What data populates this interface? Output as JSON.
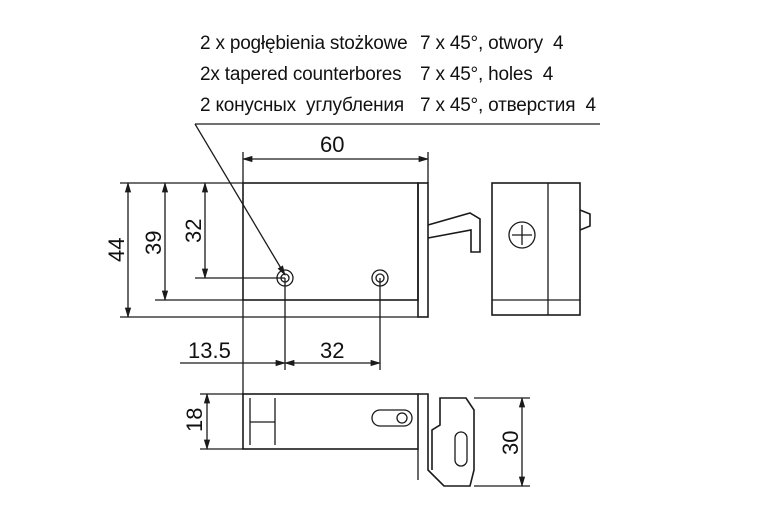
{
  "notes": [
    {
      "desc": "2 x pogłębienia stożkowe",
      "size": "7 x 45°, otwory  4"
    },
    {
      "desc": "2x tapered counterbores",
      "size": "7 x 45°, holes  4"
    },
    {
      "desc": "2 конусных  углубления",
      "size": "7 x 45°, отверстия  4"
    }
  ],
  "dimensions": {
    "width_top": "60",
    "height_44": "44",
    "height_39": "39",
    "height_32": "32",
    "offset_13_5": "13.5",
    "spacing_32": "32",
    "thickness_18": "18",
    "bracket_30": "30"
  },
  "colors": {
    "line": "#1a1a1a"
  }
}
